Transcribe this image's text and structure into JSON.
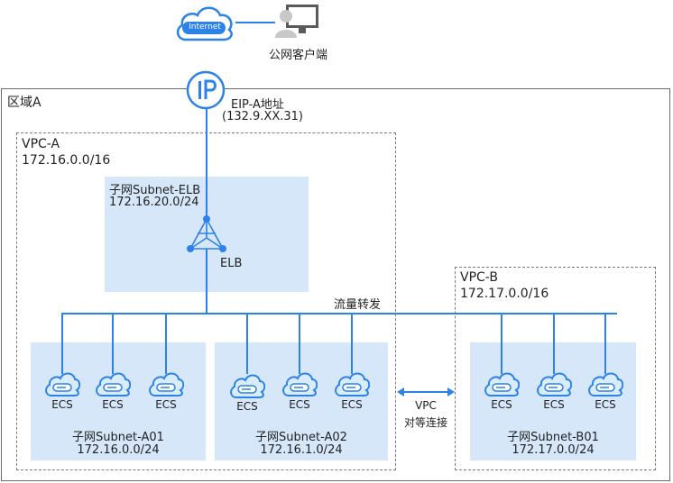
{
  "top": {
    "internet_label": "Internet",
    "client_label": "公网客户端",
    "eip_label": "EIP-A地址",
    "eip_address": "(132.9.XX.31)"
  },
  "region": {
    "label": "区域A"
  },
  "vpc_a": {
    "name": "VPC-A",
    "cidr": "172.16.0.0/16",
    "elb_subnet": {
      "name": "子网Subnet-ELB",
      "cidr": "172.16.20.0/24"
    },
    "elb_label": "ELB",
    "traffic_label": "流量转发",
    "subnet_a01": {
      "name": "子网Subnet-A01",
      "cidr": "172.16.0.0/24",
      "ecs": [
        "ECS",
        "ECS",
        "ECS"
      ]
    },
    "subnet_a02": {
      "name": "子网Subnet-A02",
      "cidr": "172.16.1.0/24",
      "ecs": [
        "ECS",
        "ECS",
        "ECS"
      ]
    }
  },
  "peering": {
    "line1": "VPC",
    "line2": "对等连接"
  },
  "vpc_b": {
    "name": "VPC-B",
    "cidr": "172.17.0.0/16",
    "subnet_b01": {
      "name": "子网Subnet-B01",
      "cidr": "172.17.0.0/24",
      "ecs": [
        "ECS",
        "ECS",
        "ECS"
      ]
    }
  },
  "colors": {
    "accent": "#2d82e6",
    "subnet_fill": "#d6e7f9",
    "icon_fill": "#d9ecfb"
  }
}
